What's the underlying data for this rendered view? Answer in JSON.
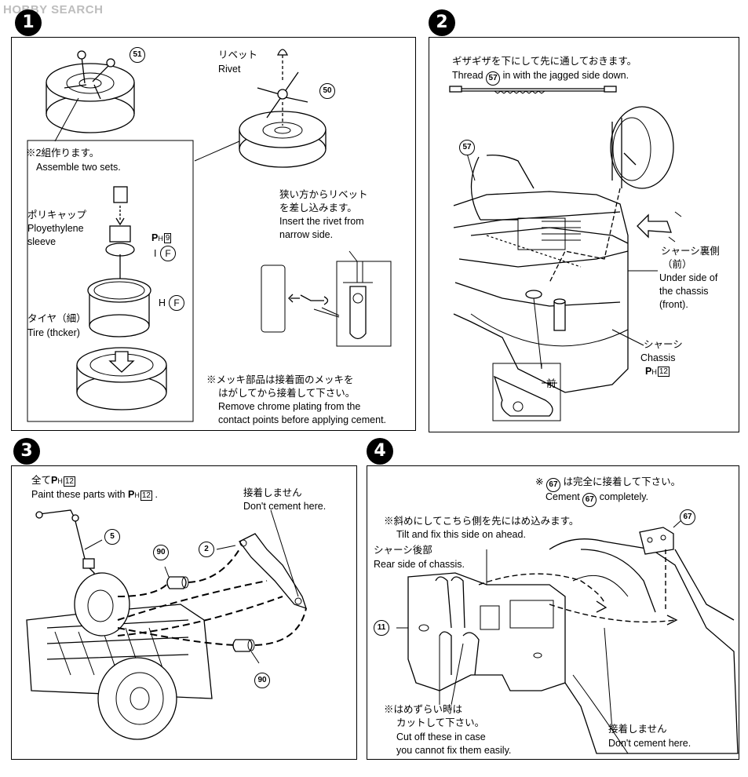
{
  "watermark": "HOBBY SEARCH",
  "steps": [
    "1",
    "2",
    "3",
    "4"
  ],
  "step1": {
    "rivet_jp": "リベット",
    "rivet_en": "Rivet",
    "note_two_jp": "※2組作ります。",
    "note_two_en": "Assemble two sets.",
    "poly_jp": "ポリキャップ",
    "poly_en1": "Ployethylene",
    "poly_en2": "sleeve",
    "tire_jp": "タイヤ（細）",
    "tire_en": "Tire (thcker)",
    "narrow_jp1": "狭い方からリベット",
    "narrow_jp2": "を差し込みます。",
    "narrow_en1": "Insert the rivet from",
    "narrow_en2": "narrow side.",
    "chrome_jp1": "※メッキ部品は接着面のメッキを",
    "chrome_jp2": "はがしてから接着して下さい。",
    "chrome_en1": "Remove chrome plating from the",
    "chrome_en2": "contact points before applying cement.",
    "part_51": "51",
    "part_50": "50",
    "pc_mark": "P",
    "pc_sub": "H",
    "pc_num": "9",
    "i_label": "I",
    "h_label": "H",
    "f_label": "F"
  },
  "step2": {
    "thread_jp": "ギザギザを下にして先に通しておきます。",
    "thread_en_pre": "Thread",
    "thread_en_post": "in with the jagged side down.",
    "part_57": "57",
    "under_jp1": "シャーシ裏側",
    "under_jp2": "（前）",
    "under_en1": "Under side of",
    "under_en2": "the chassis",
    "under_en3": "(front).",
    "chassis_jp": "シャーシ",
    "chassis_en": "Chassis",
    "pc_mark": "P",
    "pc_sub": "H",
    "pc_num": "12",
    "front_jp": "前"
  },
  "step3": {
    "paint_jp_pre": "全て",
    "paint_en_pre": "Paint these parts with",
    "paint_en_post": ".",
    "pc_mark": "P",
    "pc_sub": "H",
    "pc_num": "12",
    "nocement_jp": "接着しません",
    "nocement_en": "Don't cement here.",
    "part_5": "5",
    "part_90": "90",
    "part_2": "2"
  },
  "step4": {
    "cement_jp_pre": "※",
    "cement_jp_post": "は完全に接着して下さい。",
    "cement_en_pre": "Cement",
    "cement_en_post": "completely.",
    "part_67": "67",
    "tilt_jp": "※斜めにしてこちら側を先にはめ込みます。",
    "tilt_en": "Tilt and fix this side on ahead.",
    "rear_jp": "シャーシ後部",
    "rear_en": "Rear side of chassis.",
    "part_11": "11",
    "cut_jp1": "※はめずらい時は",
    "cut_jp2": "カットして下さい。",
    "cut_en1": "Cut off these in case",
    "cut_en2": "you cannot fix them easily.",
    "nocement_jp": "接着しません",
    "nocement_en": "Don't cement here."
  }
}
